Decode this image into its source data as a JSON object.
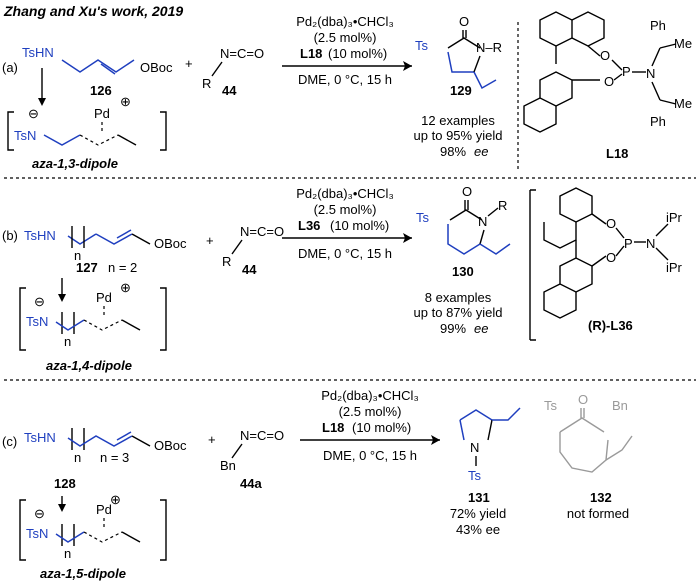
{
  "title": "Zhang and Xu's work, 2019",
  "sections": {
    "a": {
      "label": "(a)",
      "substrate_group": "TsHN",
      "substrate_group2": "OBoc",
      "substrate_number": "126",
      "isocyanate": "N=C=O",
      "r_label": "R",
      "isocyanate_number": "44",
      "cond1": "Pd₂(dba)₃•CHCl₃",
      "cond2": "(2.5 mol%)",
      "cond3": "L18",
      "cond3b": "(10 mol%)",
      "cond4": "DME, 0 °C, 15 h",
      "product_number": "129",
      "product_ts": "Ts",
      "product_nr": "N–R",
      "product_o": "O",
      "res1": "12 examples",
      "res2": "up to 95% yield",
      "res3": "98%",
      "res3i": "ee",
      "dipole": "aza-1,3-dipole",
      "ligand": "L18",
      "ligand_ph": "Ph",
      "ligand_me": "Me",
      "ligand_p": "P",
      "ligand_n": "N",
      "ligand_o": "O"
    },
    "b": {
      "label": "(b)",
      "substrate_group": "TsHN",
      "substrate_group2": "OBoc",
      "n_label": "n",
      "n_value": "n = 2",
      "substrate_number": "127",
      "isocyanate": "N=C=O",
      "r_label": "R",
      "isocyanate_number": "44",
      "cond1": "Pd₂(dba)₃•CHCl₃",
      "cond2": "(2.5 mol%)",
      "cond3": "L36",
      "cond3b": "(10 mol%)",
      "cond4": "DME, 0 °C, 15 h",
      "product_number": "130",
      "product_ts": "Ts",
      "product_r": "R",
      "product_o": "O",
      "res1": "8 examples",
      "res2": "up to 87% yield",
      "res3": "99%",
      "res3i": "ee",
      "dipole": "aza-1,4-dipole",
      "ligand": "(R)-L36",
      "ligand_ipr": "iPr",
      "ligand_p": "P",
      "ligand_n": "N",
      "ligand_o": "O"
    },
    "c": {
      "label": "(c)",
      "substrate_group": "TsHN",
      "substrate_group2": "OBoc",
      "n_label": "n",
      "n_value": "n =  3",
      "substrate_number": "128",
      "isocyanate": "N=C=O",
      "bn_label": "Bn",
      "isocyanate_number": "44a",
      "cond1": "Pd₂(dba)₃•CHCl₃",
      "cond2": "(2.5 mol%)",
      "cond3": "L18",
      "cond3b": "(10 mol%)",
      "cond4": "DME, 0 °C, 15 h",
      "product_number": "131",
      "product_ts": "Ts",
      "product_n": "N",
      "res1": "72% yield",
      "res2": "43% ee",
      "byproduct_number": "132",
      "byproduct_note": "not formed",
      "byproduct_ts": "Ts",
      "byproduct_bn": "Bn",
      "byproduct_o": "O",
      "dipole": "aza-1,5-dipole"
    }
  },
  "intermediate": {
    "tsn": "TsN",
    "pd": "Pd",
    "minus": "⊖",
    "plus": "⊕"
  },
  "colors": {
    "accent_blue": "#1f3fbf",
    "grey": "#9a9a9a"
  }
}
